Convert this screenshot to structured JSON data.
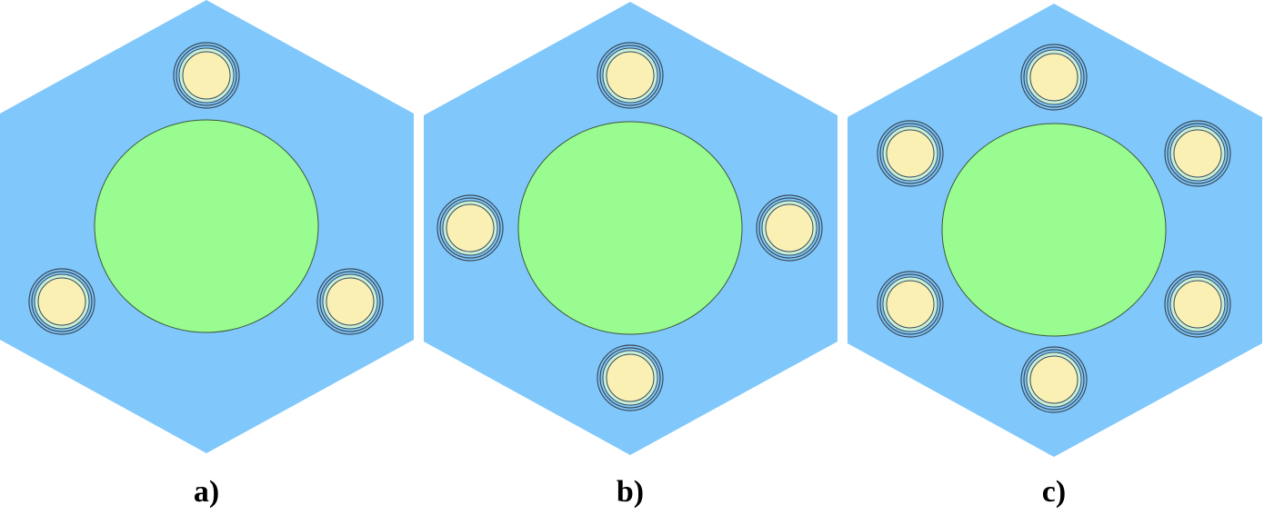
{
  "colors": {
    "background": "#ffffff",
    "hexagon_fill": "#80c8fb",
    "center_circle_fill": "#98fc90",
    "center_circle_stroke": "#3a5a3a",
    "pin_core_fill": "#fbf0b4",
    "pin_gap_fill": "#c8f0d8",
    "pin_ring_stroke": "#3a4a5a",
    "label_color": "#000000"
  },
  "panels": [
    {
      "label": "a)",
      "pin_count": 3,
      "pin_icon": "fuel-pin-circle",
      "hexagon_icon": "hexagonal-assembly",
      "center_icon": "central-circle"
    },
    {
      "label": "b)",
      "pin_count": 4,
      "pin_icon": "fuel-pin-circle",
      "hexagon_icon": "hexagonal-assembly",
      "center_icon": "central-circle"
    },
    {
      "label": "c)",
      "pin_count": 6,
      "pin_icon": "fuel-pin-circle",
      "hexagon_icon": "hexagonal-assembly",
      "center_icon": "central-circle"
    }
  ]
}
